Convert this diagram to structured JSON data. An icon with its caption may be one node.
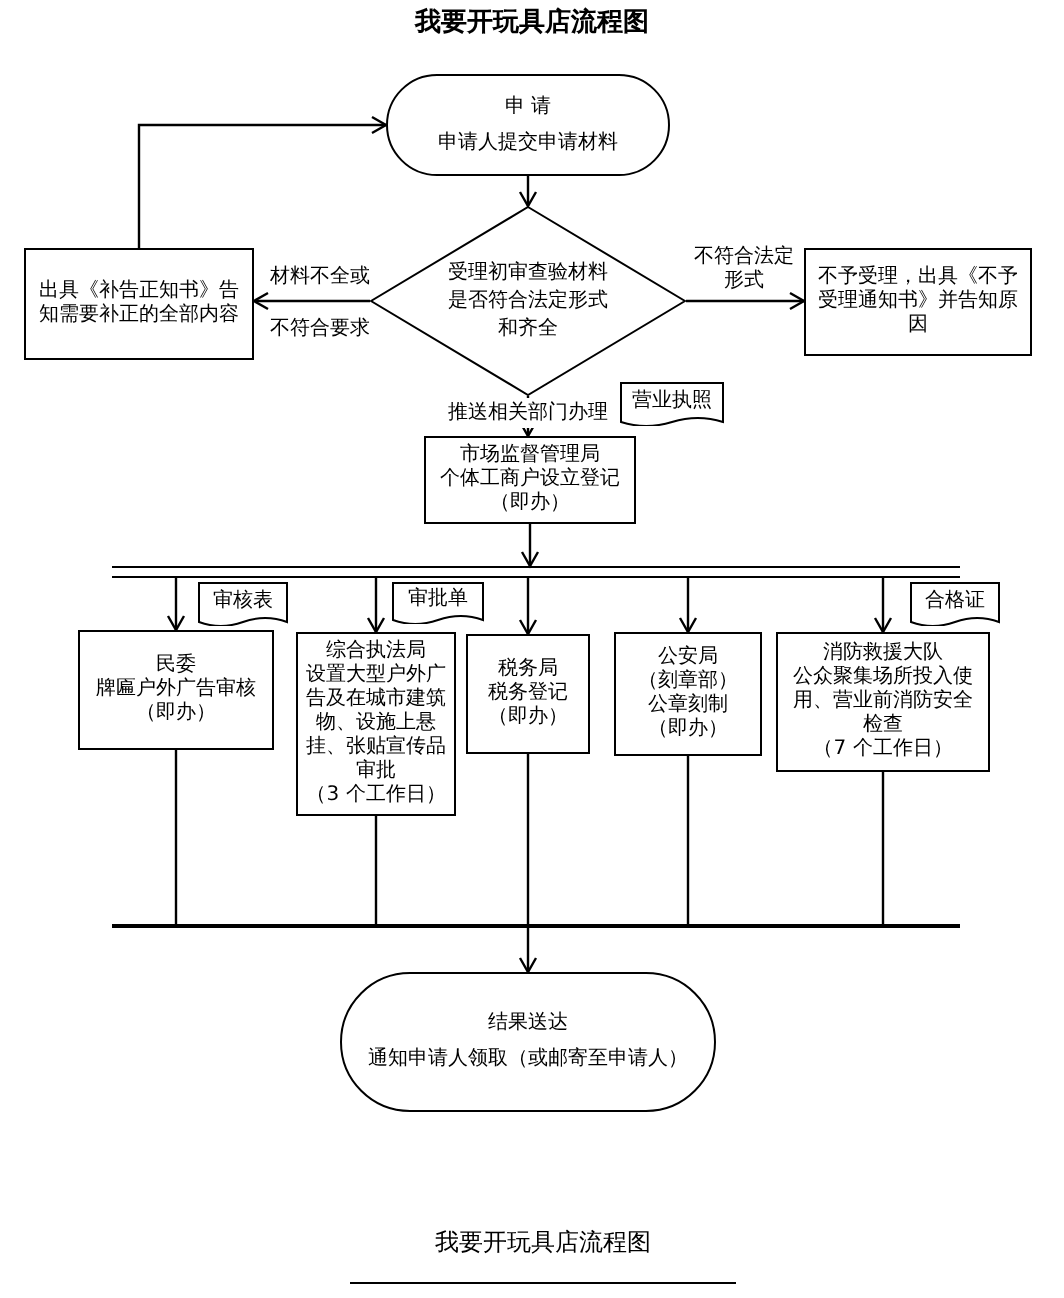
{
  "diagram": {
    "title": "我要开玩具店流程图",
    "nodes": [
      {
        "text": [
          "申 请",
          "申请人提交申请材料"
        ]
      },
      {
        "text": [
          "受理初审查验材料是否符合法定形式和齐全"
        ]
      },
      {
        "text": [
          "出具《补告正知书》告知需要补正的全部内容"
        ]
      },
      {
        "text": [
          "不予受理，出具《不予受理通知书》并告知原因"
        ]
      },
      {
        "text": [
          "营业执照"
        ]
      },
      {
        "text": [
          "市场监督管理局",
          "个体工商户设立登记",
          "（即办）"
        ]
      },
      {
        "text": [],
        "shape": "bar"
      },
      {
        "text": [
          "审核表"
        ]
      },
      {
        "text": [
          "审批单"
        ]
      },
      {
        "text": [
          "合格证"
        ]
      },
      {
        "text": [
          "民委",
          "牌匾户外广告审核",
          "（即办）"
        ]
      },
      {
        "text": [
          "综合执法局",
          "设置大型户外广告及在城市建筑物、设施上悬挂、张贴宣传品审批",
          "（3 个工作日）"
        ]
      },
      {
        "text": [
          "税务局",
          "税务登记",
          "（即办）"
        ]
      },
      {
        "text": [
          "公安局",
          "（刻章部）",
          "公章刻制",
          "（即办）"
        ]
      },
      {
        "text": [
          "消防救援大队",
          "公众聚集场所投入使用、营业前消防安全检查",
          "（7 个工作日）"
        ]
      },
      {
        "text": [],
        "shape": "bar"
      },
      {
        "text": [
          "结果送达",
          "通知申请人领取（或邮寄至申请人）"
        ]
      }
    ],
    "edges": [
      {
        "from": 0,
        "to": 1,
        "arrow": "to"
      },
      {
        "from": 1,
        "to": 2,
        "arrow": "to",
        "label": "材料不全或不符合要求"
      },
      {
        "from": 2,
        "to": 0,
        "arrow": "to"
      },
      {
        "from": 1,
        "to": 3,
        "arrow": "to",
        "label": "不符合法定形式"
      },
      {
        "from": 1,
        "to": 5,
        "arrow": "to",
        "label": "推送相关部门办理"
      },
      {
        "from": 5,
        "to": 6,
        "arrow": "to"
      },
      {
        "from": 6,
        "to": 10,
        "arrow": "to"
      },
      {
        "from": 6,
        "to": 11,
        "arrow": "to"
      },
      {
        "from": 6,
        "to": 12,
        "arrow": "to"
      },
      {
        "from": 6,
        "to": 13,
        "arrow": "to"
      },
      {
        "from": 6,
        "to": 14,
        "arrow": "to"
      },
      {
        "from": 10,
        "to": 15,
        "arrow": "none"
      },
      {
        "from": 11,
        "to": 15,
        "arrow": "none"
      },
      {
        "from": 12,
        "to": 15,
        "arrow": "none"
      },
      {
        "from": 13,
        "to": 15,
        "arrow": "none"
      },
      {
        "from": 14,
        "to": 15,
        "arrow": "none"
      },
      {
        "from": 15,
        "to": 16,
        "arrow": "to"
      }
    ],
    "labels": [
      "我要开玩具店流程图"
    ]
  }
}
